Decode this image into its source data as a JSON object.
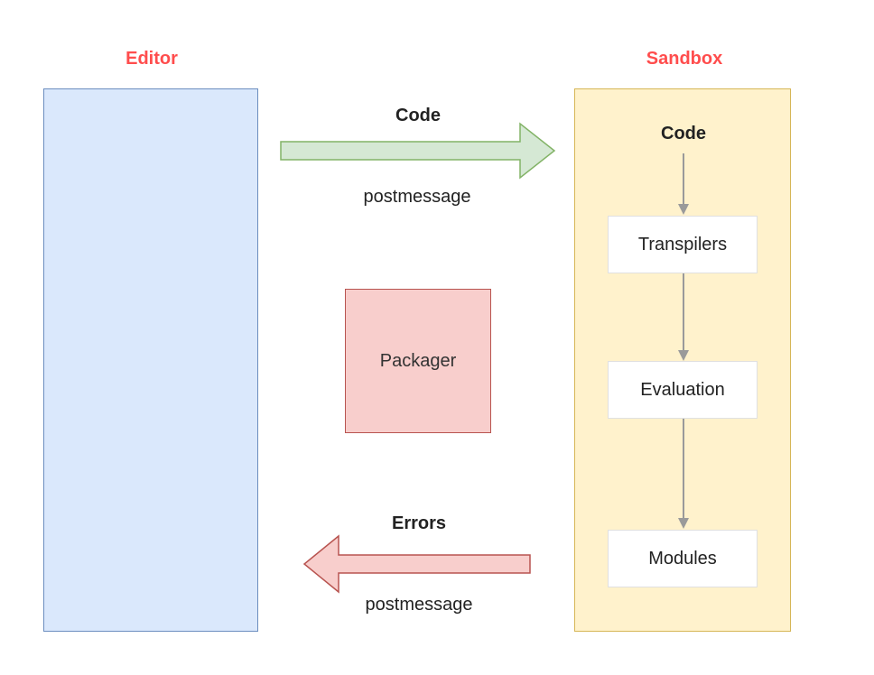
{
  "editor": {
    "title": "Editor"
  },
  "sandbox": {
    "title": "Sandbox",
    "code_label": "Code",
    "steps": [
      "Transpilers",
      "Evaluation",
      "Modules"
    ]
  },
  "packager": {
    "label": "Packager"
  },
  "forward_arrow": {
    "top_label": "Code",
    "bottom_label": "postmessage"
  },
  "back_arrow": {
    "top_label": "Errors",
    "bottom_label": "postmessage"
  },
  "colors": {
    "title_red": "#ff4d4d",
    "editor_fill": "#dae8fc",
    "sandbox_fill": "#fff2cc",
    "packager_fill": "#f8cecc",
    "forward_arrow_fill": "#d5e8d4",
    "back_arrow_fill": "#f8cecc"
  }
}
